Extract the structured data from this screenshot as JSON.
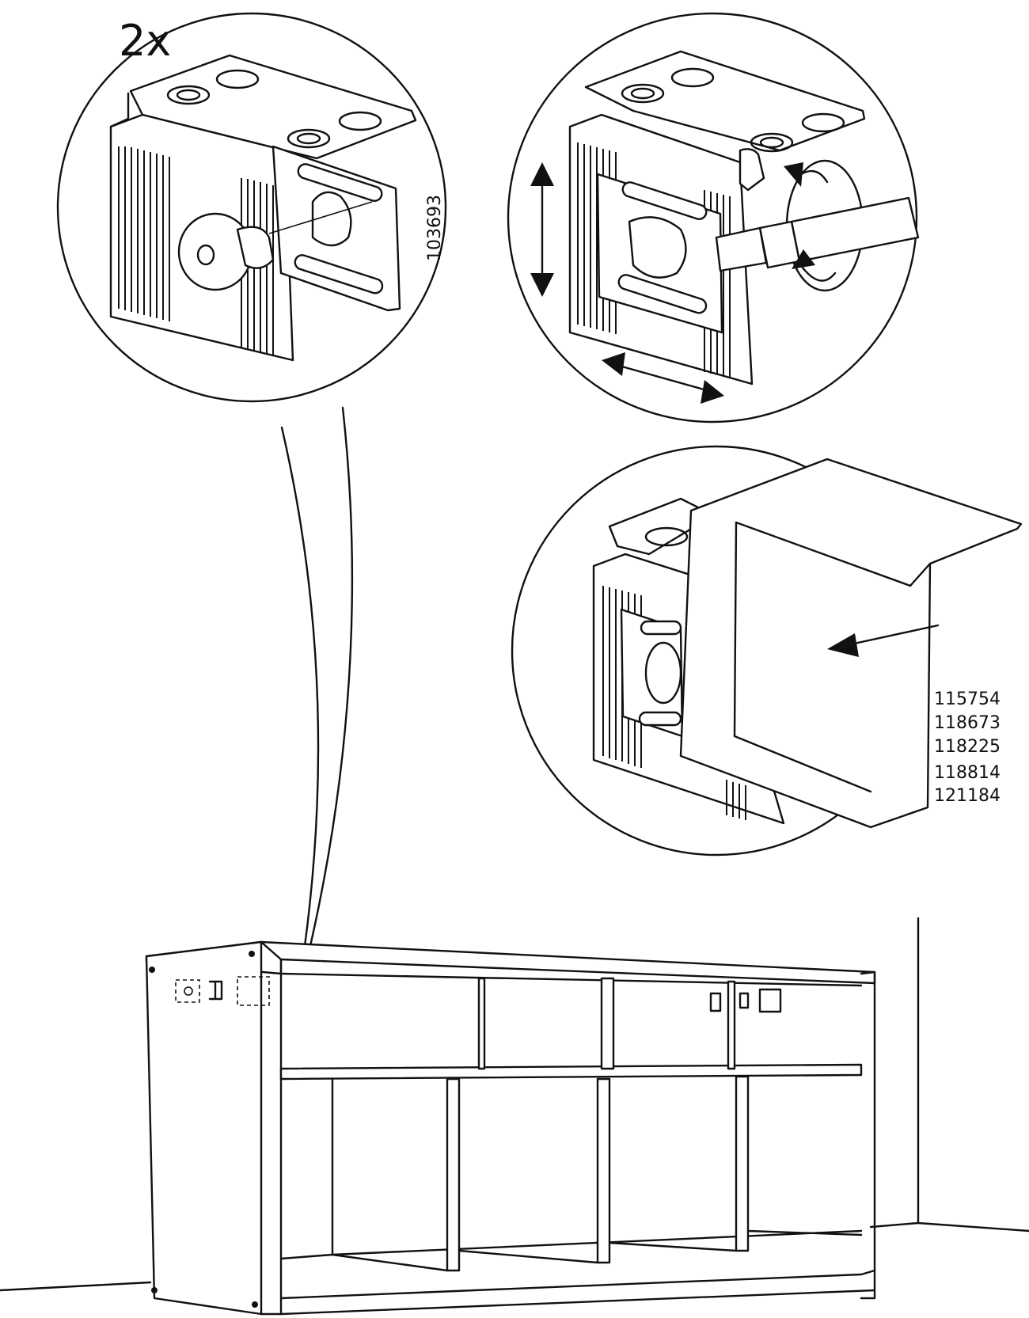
{
  "callout_1": {
    "quantity": "2x",
    "part_number": "103693"
  },
  "callout_3": {
    "part_numbers": [
      "115754",
      "118673",
      "118225",
      "118814",
      "121184"
    ]
  },
  "icons": [
    "bracket-icon",
    "screwdriver-icon",
    "rotate-arrow-icon",
    "double-arrow-icon",
    "push-arrow-icon",
    "shelf-unit-icon"
  ]
}
